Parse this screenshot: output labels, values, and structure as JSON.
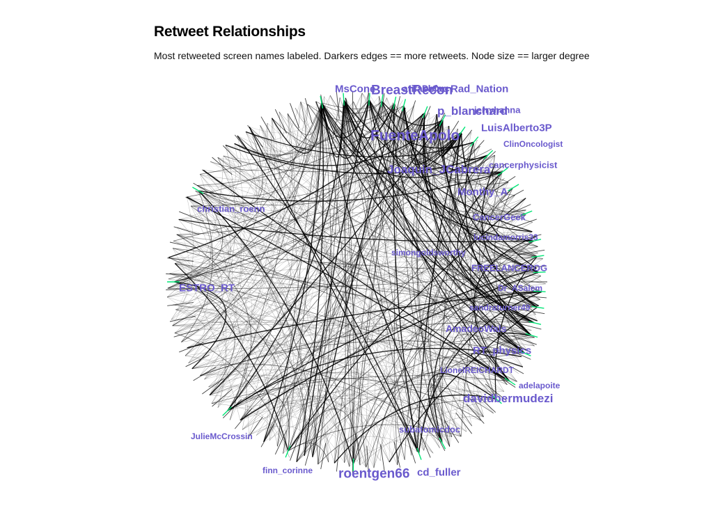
{
  "header": {
    "title": "Retweet Relationships",
    "subtitle": "Most retweeted screen names labeled. Darkers edges == more retweets. Node size == larger degree"
  },
  "colors": {
    "label": "#6a5acd",
    "node_tick": "#00e676",
    "edge": "#000000",
    "background": "#ffffff"
  },
  "nodes": [
    {
      "name": "MsCone",
      "size": 15
    },
    {
      "name": "BreastRecon",
      "size": 19
    },
    {
      "name": "atifashfaq",
      "size": 14
    },
    {
      "name": "DrOnc",
      "size": 13
    },
    {
      "name": "Rad_Nation",
      "size": 15
    },
    {
      "name": "p_blanchard",
      "size": 17
    },
    {
      "name": "jerryhanna",
      "size": 13
    },
    {
      "name": "FuenteApolo",
      "size": 21
    },
    {
      "name": "LuisAlberto3P",
      "size": 15
    },
    {
      "name": "ClinOncologist",
      "size": 12
    },
    {
      "name": "Joaquin_JCabrera",
      "size": 17
    },
    {
      "name": "cancerphysicist",
      "size": 13
    },
    {
      "name": "Monthy_A",
      "size": 15
    },
    {
      "name": "christian_roenn",
      "size": 13
    },
    {
      "name": "CancerGeek",
      "size": 13
    },
    {
      "name": "lucindamorris33",
      "size": 12
    },
    {
      "name": "simongoldsworthy",
      "size": 12
    },
    {
      "name": "FREELANCEROG",
      "size": 13
    },
    {
      "name": "ESTRO_RT",
      "size": 15
    },
    {
      "name": "Dr_ASalem",
      "size": 12
    },
    {
      "name": "sandraturner49",
      "size": 12
    },
    {
      "name": "AmadeoWals",
      "size": 14
    },
    {
      "name": "RT_physics",
      "size": 15
    },
    {
      "name": "LionelREICHARDT",
      "size": 12
    },
    {
      "name": "adelapoite",
      "size": 12
    },
    {
      "name": "davidbermudezi",
      "size": 17
    },
    {
      "name": "JulieMcCrossin",
      "size": 12
    },
    {
      "name": "subatomicdoc",
      "size": 13
    },
    {
      "name": "finn_corinne",
      "size": 12
    },
    {
      "name": "roentgen66",
      "size": 19
    },
    {
      "name": "cd_fuller",
      "size": 15
    }
  ]
}
